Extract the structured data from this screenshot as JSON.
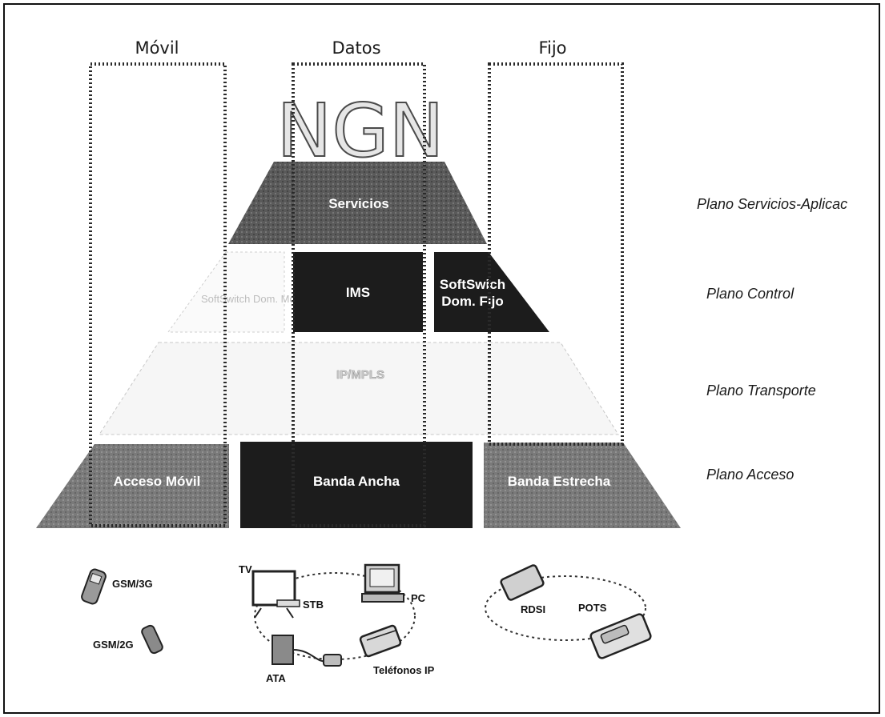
{
  "columns": {
    "movil": "Móvil",
    "datos": "Datos",
    "fijo": "Fijo"
  },
  "ngn_title": "NGN",
  "layers": {
    "servicios": "Servicios",
    "softswitch_movil": "SoftSwitch Dom. Móvil",
    "ims": "IMS",
    "softswitch_fijo_line1": "SoftSwich",
    "softswitch_fijo_line2": "Dom. Fijo",
    "transporte": "IP/MPLS",
    "acceso_movil": "Acceso Móvil",
    "banda_ancha": "Banda Ancha",
    "banda_estrecha": "Banda Estrecha"
  },
  "planes": {
    "servicios": "Plano Servicios-Aplicac",
    "control": "Plano Control",
    "transporte": "Plano Transporte",
    "acceso": "Plano Acceso"
  },
  "devices": {
    "gsm_3g": "GSM/3G",
    "gsm_2g": "GSM/2G",
    "tv": "TV",
    "stb": "STB",
    "pc": "PC",
    "ata": "ATA",
    "telefonos_ip": "Teléfonos IP",
    "rdsi": "RDSI",
    "pots": "POTS"
  },
  "colors": {
    "dark": "#1c1c1c",
    "mid": "#6a6a6a",
    "light": "#f2f2f2"
  }
}
